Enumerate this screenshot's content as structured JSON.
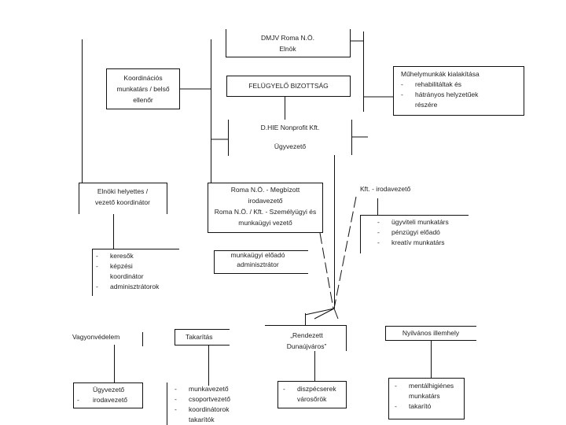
{
  "nodes": {
    "elnok": {
      "lines": [
        "DMJV Roma N.Ö.",
        "Elnök"
      ]
    },
    "koordinacios": {
      "lines": [
        "Koordinációs",
        "munkatárs / belső",
        "ellenőr"
      ]
    },
    "felugyelo": {
      "label": "FELÜGYELŐ BIZOTTSÁG"
    },
    "nonprofit": {
      "lines": [
        "D.HIE Nonprofit Kft.",
        "Ügyvezető"
      ]
    },
    "muhely": {
      "title": "Műhelymunkák kialakítása",
      "items": [
        "rehabilitáltak és",
        "hátrányos helyzetűek",
        "részére"
      ]
    },
    "kft_iroda": {
      "label": "Kft. - irodavezető",
      "items": [
        "ügyviteli munkatárs",
        "pénzügyi előadó",
        "kreatív munkatárs"
      ]
    },
    "elnokhelyettes": {
      "lines": [
        "Elnöki helyettes /",
        "vezető koordinátor"
      ],
      "items": [
        "keresők",
        "képzési",
        "koordinátor",
        "adminisztrátorok"
      ]
    },
    "roma_iroda": {
      "lines": [
        "Roma N.Ö. - Megbízott",
        "irodavezető",
        "Roma N.Ö. / Kft. - Személyügyi és",
        "munkaügyi vezető"
      ]
    },
    "munkaugyi": {
      "lines": [
        "munkaügyi előadó",
        "adminisztrátor"
      ]
    },
    "vagyonvedelem": {
      "label": "Vagyonvédelem",
      "items": [
        "Ügyvezető",
        "irodavezető"
      ]
    },
    "takaritas": {
      "label": "Takarítás",
      "items": [
        "munkavezető",
        "csoportvezető",
        "koordinátorok",
        "takarítók"
      ]
    },
    "rendezett": {
      "lines": [
        "„Rendezett",
        "Dunaújváros”"
      ],
      "items": [
        "diszpécserek",
        "városőrök"
      ]
    },
    "illemhely": {
      "label": "Nyilvános illemhely",
      "items": [
        "mentálhigiénes",
        "munkatárs",
        "takarító"
      ]
    }
  }
}
